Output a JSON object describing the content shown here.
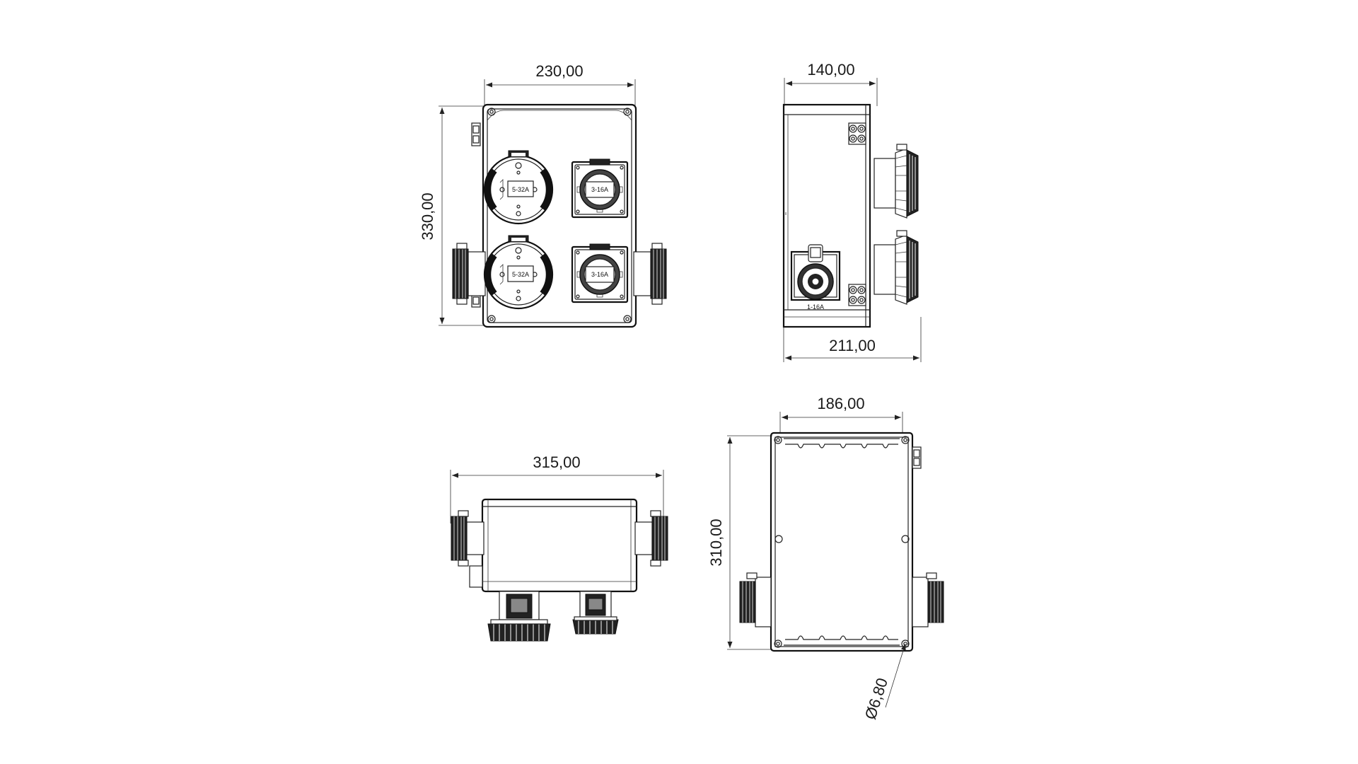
{
  "dimensions": {
    "front_width": "230,00",
    "front_height": "330,00",
    "side_width": "140,00",
    "side_depth": "211,00",
    "bottom_width": "315,00",
    "rear_width": "186,00",
    "rear_height": "310,00",
    "hole_diameter": "Ø6,80"
  },
  "socket_labels": {
    "front_top_left": "5-32A",
    "front_top_right": "3-16A",
    "front_bottom_left": "5-32A",
    "front_bottom_right": "3-16A",
    "side_socket": "1-16A"
  },
  "colors": {
    "line": "#222222",
    "background": "#ffffff",
    "fill_dark": "#222222",
    "fill_gray": "#6d6d6d"
  }
}
